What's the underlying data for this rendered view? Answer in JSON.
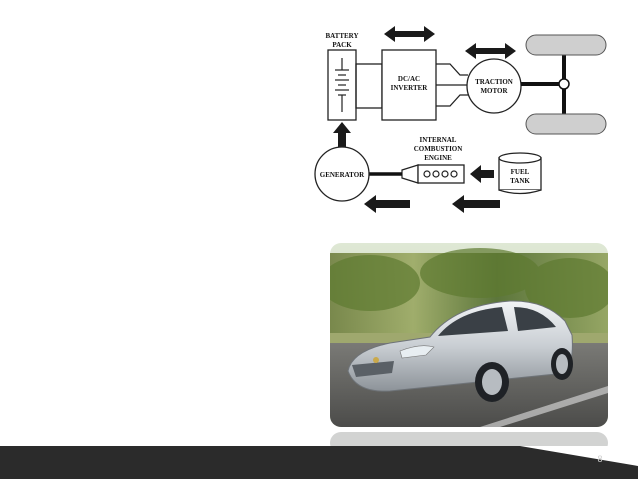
{
  "diagram": {
    "battery_label_line1": "BATTERY",
    "battery_label_line2": "PACK",
    "inverter_label_line1": "DC/AC",
    "inverter_label_line2": "INVERTER",
    "motor_label_line1": "TRACTION",
    "motor_label_line2": "MOTOR",
    "ice_label_line1": "INTERNAL",
    "ice_label_line2": "COMBUSTION",
    "ice_label_line3": "ENGINE",
    "generator_label": "GENERATOR",
    "fuel_label_line1": "FUEL",
    "fuel_label_line2": "TANK"
  },
  "photo": {
    "subject": "silver hatchback car"
  },
  "footer": {
    "slide_number": "8"
  },
  "colors": {
    "footer_bar": "#2b2b2b",
    "arrow": "#1a1a1a",
    "wheel": "#cfcfcf"
  }
}
